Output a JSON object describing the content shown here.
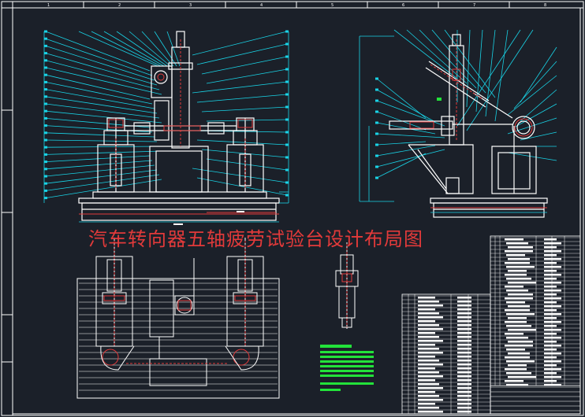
{
  "drawing": {
    "title": "汽车转向器五轴疲劳试验台设计布局图",
    "colors": {
      "background": "#1b2029",
      "frame": "#ffffff",
      "leader": "#19d3e6",
      "red": "#e23a3a",
      "green": "#23e23a",
      "dim_red": "#d83030"
    },
    "border_grid_numbers": [
      "1",
      "2",
      "3",
      "4",
      "5",
      "6",
      "7",
      "8"
    ]
  }
}
